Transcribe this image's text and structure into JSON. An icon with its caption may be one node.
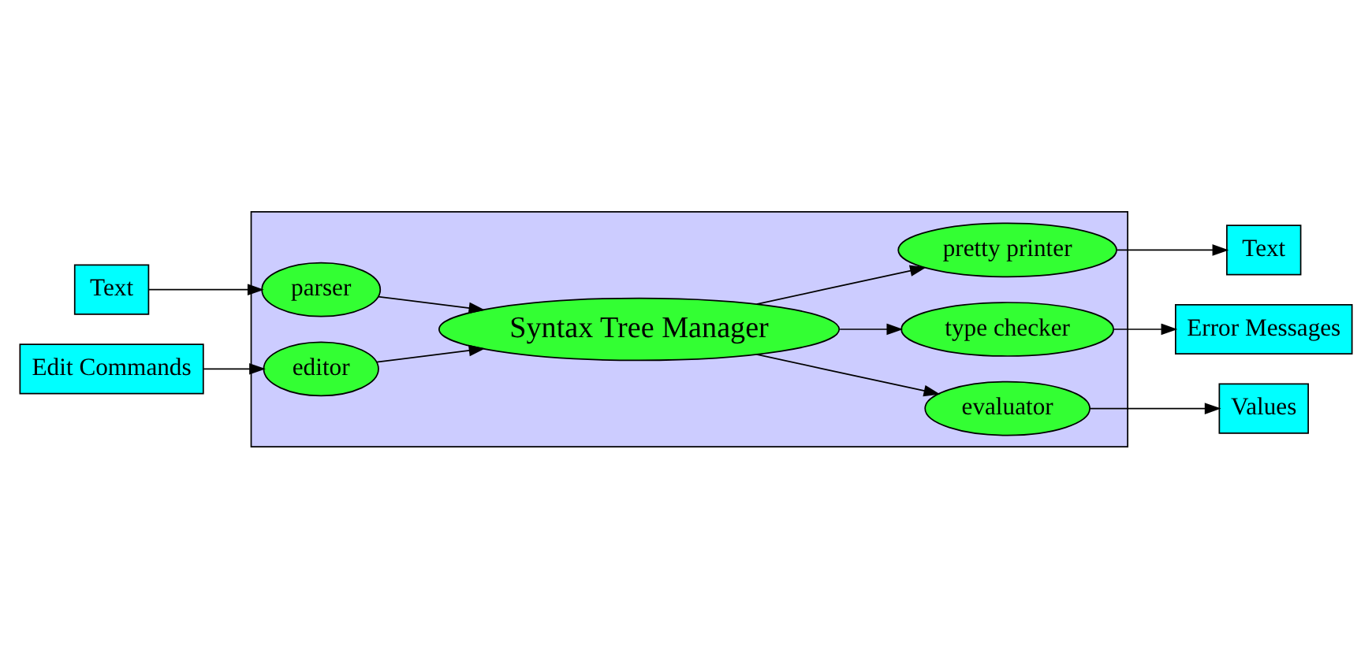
{
  "diagram": {
    "nodes": [
      {
        "text": [
          "Text"
        ]
      },
      {
        "text": [
          "Edit Commands"
        ]
      },
      {
        "text": [
          "Text"
        ]
      },
      {
        "text": [
          "Error Messages"
        ]
      },
      {
        "text": [
          "Values"
        ]
      },
      {
        "text": [],
        "shape": "box"
      },
      {
        "text": [
          "parser"
        ],
        "in": 5
      },
      {
        "text": [
          "editor"
        ],
        "in": 5
      },
      {
        "text": [
          "pretty printer"
        ],
        "in": 5
      },
      {
        "text": [
          "type checker"
        ],
        "in": 5
      },
      {
        "text": [
          "evaluator"
        ],
        "in": 5
      },
      {
        "text": [
          "Syntax Tree Manager"
        ],
        "in": 5
      }
    ],
    "edges": [
      {
        "from": 0,
        "to": 6,
        "arrow": "to"
      },
      {
        "from": 1,
        "to": 7,
        "arrow": "to"
      },
      {
        "from": 6,
        "to": 11,
        "arrow": "to"
      },
      {
        "from": 7,
        "to": 11,
        "arrow": "to"
      },
      {
        "from": 11,
        "to": 8,
        "arrow": "to"
      },
      {
        "from": 11,
        "to": 9,
        "arrow": "to"
      },
      {
        "from": 11,
        "to": 10,
        "arrow": "to"
      },
      {
        "from": 8,
        "to": 2,
        "arrow": "to"
      },
      {
        "from": 9,
        "to": 3,
        "arrow": "to"
      },
      {
        "from": 10,
        "to": 4,
        "arrow": "to"
      }
    ]
  }
}
